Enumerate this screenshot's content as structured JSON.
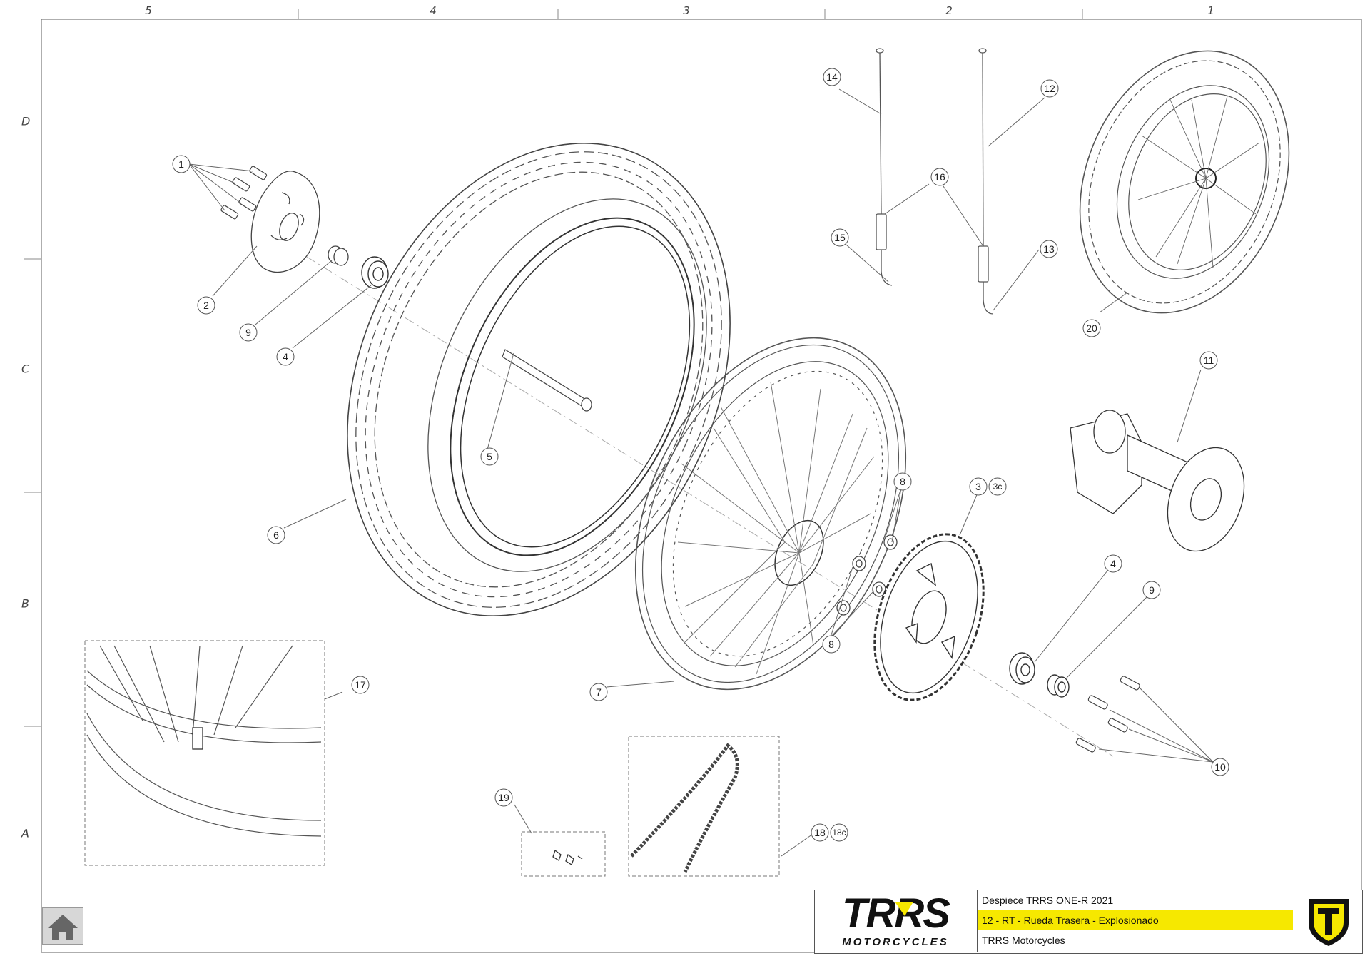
{
  "zones": {
    "columns": [
      "5",
      "4",
      "3",
      "2",
      "1"
    ],
    "rows": [
      "D",
      "C",
      "B",
      "A"
    ]
  },
  "callouts": {
    "c1": "1",
    "c2": "2",
    "c3": "3",
    "c3c": "3c",
    "c4a": "4",
    "c4b": "4",
    "c5": "5",
    "c6": "6",
    "c7": "7",
    "c8a": "8",
    "c8b": "8",
    "c9a": "9",
    "c9b": "9",
    "c10": "10",
    "c11": "11",
    "c12": "12",
    "c13": "13",
    "c14": "14",
    "c15": "15",
    "c16": "16",
    "c17": "17",
    "c18": "18",
    "c18c": "18c",
    "c19": "19",
    "c20": "20"
  },
  "title_block": {
    "logo_text": "TRRS",
    "logo_sub": "MOTORCYCLES",
    "line1": "Despiece TRRS ONE-R  2021",
    "line2": "12 - RT - Rueda Trasera - Explosionado",
    "line3": "TRRS Motorcycles",
    "accent_color": "#f6e800",
    "brand_color": "#111111"
  },
  "icons": {
    "home": "home-icon",
    "shield": "trrs-shield-icon"
  }
}
